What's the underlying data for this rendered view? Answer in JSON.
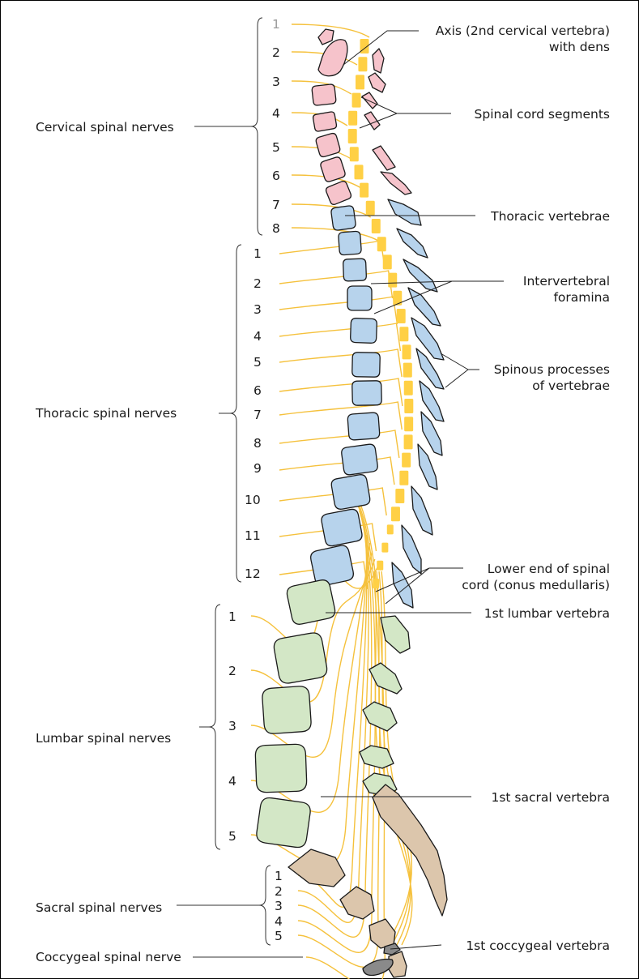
{
  "colors": {
    "cervical": "#f6c3cb",
    "thoracic": "#b7d3ec",
    "lumbar": "#d3e7c6",
    "sacral": "#dcc6ac",
    "coccygeal": "#8a8a8a",
    "spinal_cord": "#ffd045",
    "nerve": "#f5c13c"
  },
  "groups": {
    "cervical": "Cervical spinal nerves",
    "thoracic": "Thoracic spinal nerves",
    "lumbar": "Lumbar spinal nerves",
    "sacral": "Sacral spinal nerves",
    "coccygeal": "Coccygeal spinal nerve"
  },
  "nerve_numbers": {
    "cervical": [
      "1",
      "2",
      "3",
      "4",
      "5",
      "6",
      "7",
      "8"
    ],
    "thoracic": [
      "1",
      "2",
      "3",
      "4",
      "5",
      "6",
      "7",
      "8",
      "9",
      "10",
      "11",
      "12"
    ],
    "lumbar": [
      "1",
      "2",
      "3",
      "4",
      "5"
    ],
    "sacral": [
      "1",
      "2",
      "3",
      "4",
      "5"
    ]
  },
  "annotations": {
    "axis": [
      "Axis (2nd cervical vertebra)",
      "with dens"
    ],
    "segments": [
      "Spinal cord segments"
    ],
    "thoracic_vertebrae": [
      "Thoracic vertebrae"
    ],
    "foramina": [
      "Intervertebral",
      "foramina"
    ],
    "spinous": [
      "Spinous processes",
      "of vertebrae"
    ],
    "conus": [
      "Lower end of spinal",
      "cord (conus medullaris)"
    ],
    "lumbar1": [
      "1st lumbar vertebra"
    ],
    "sacral1": [
      "1st sacral vertebra"
    ],
    "coccygeal1": [
      "1st coccygeal vertebra"
    ]
  }
}
